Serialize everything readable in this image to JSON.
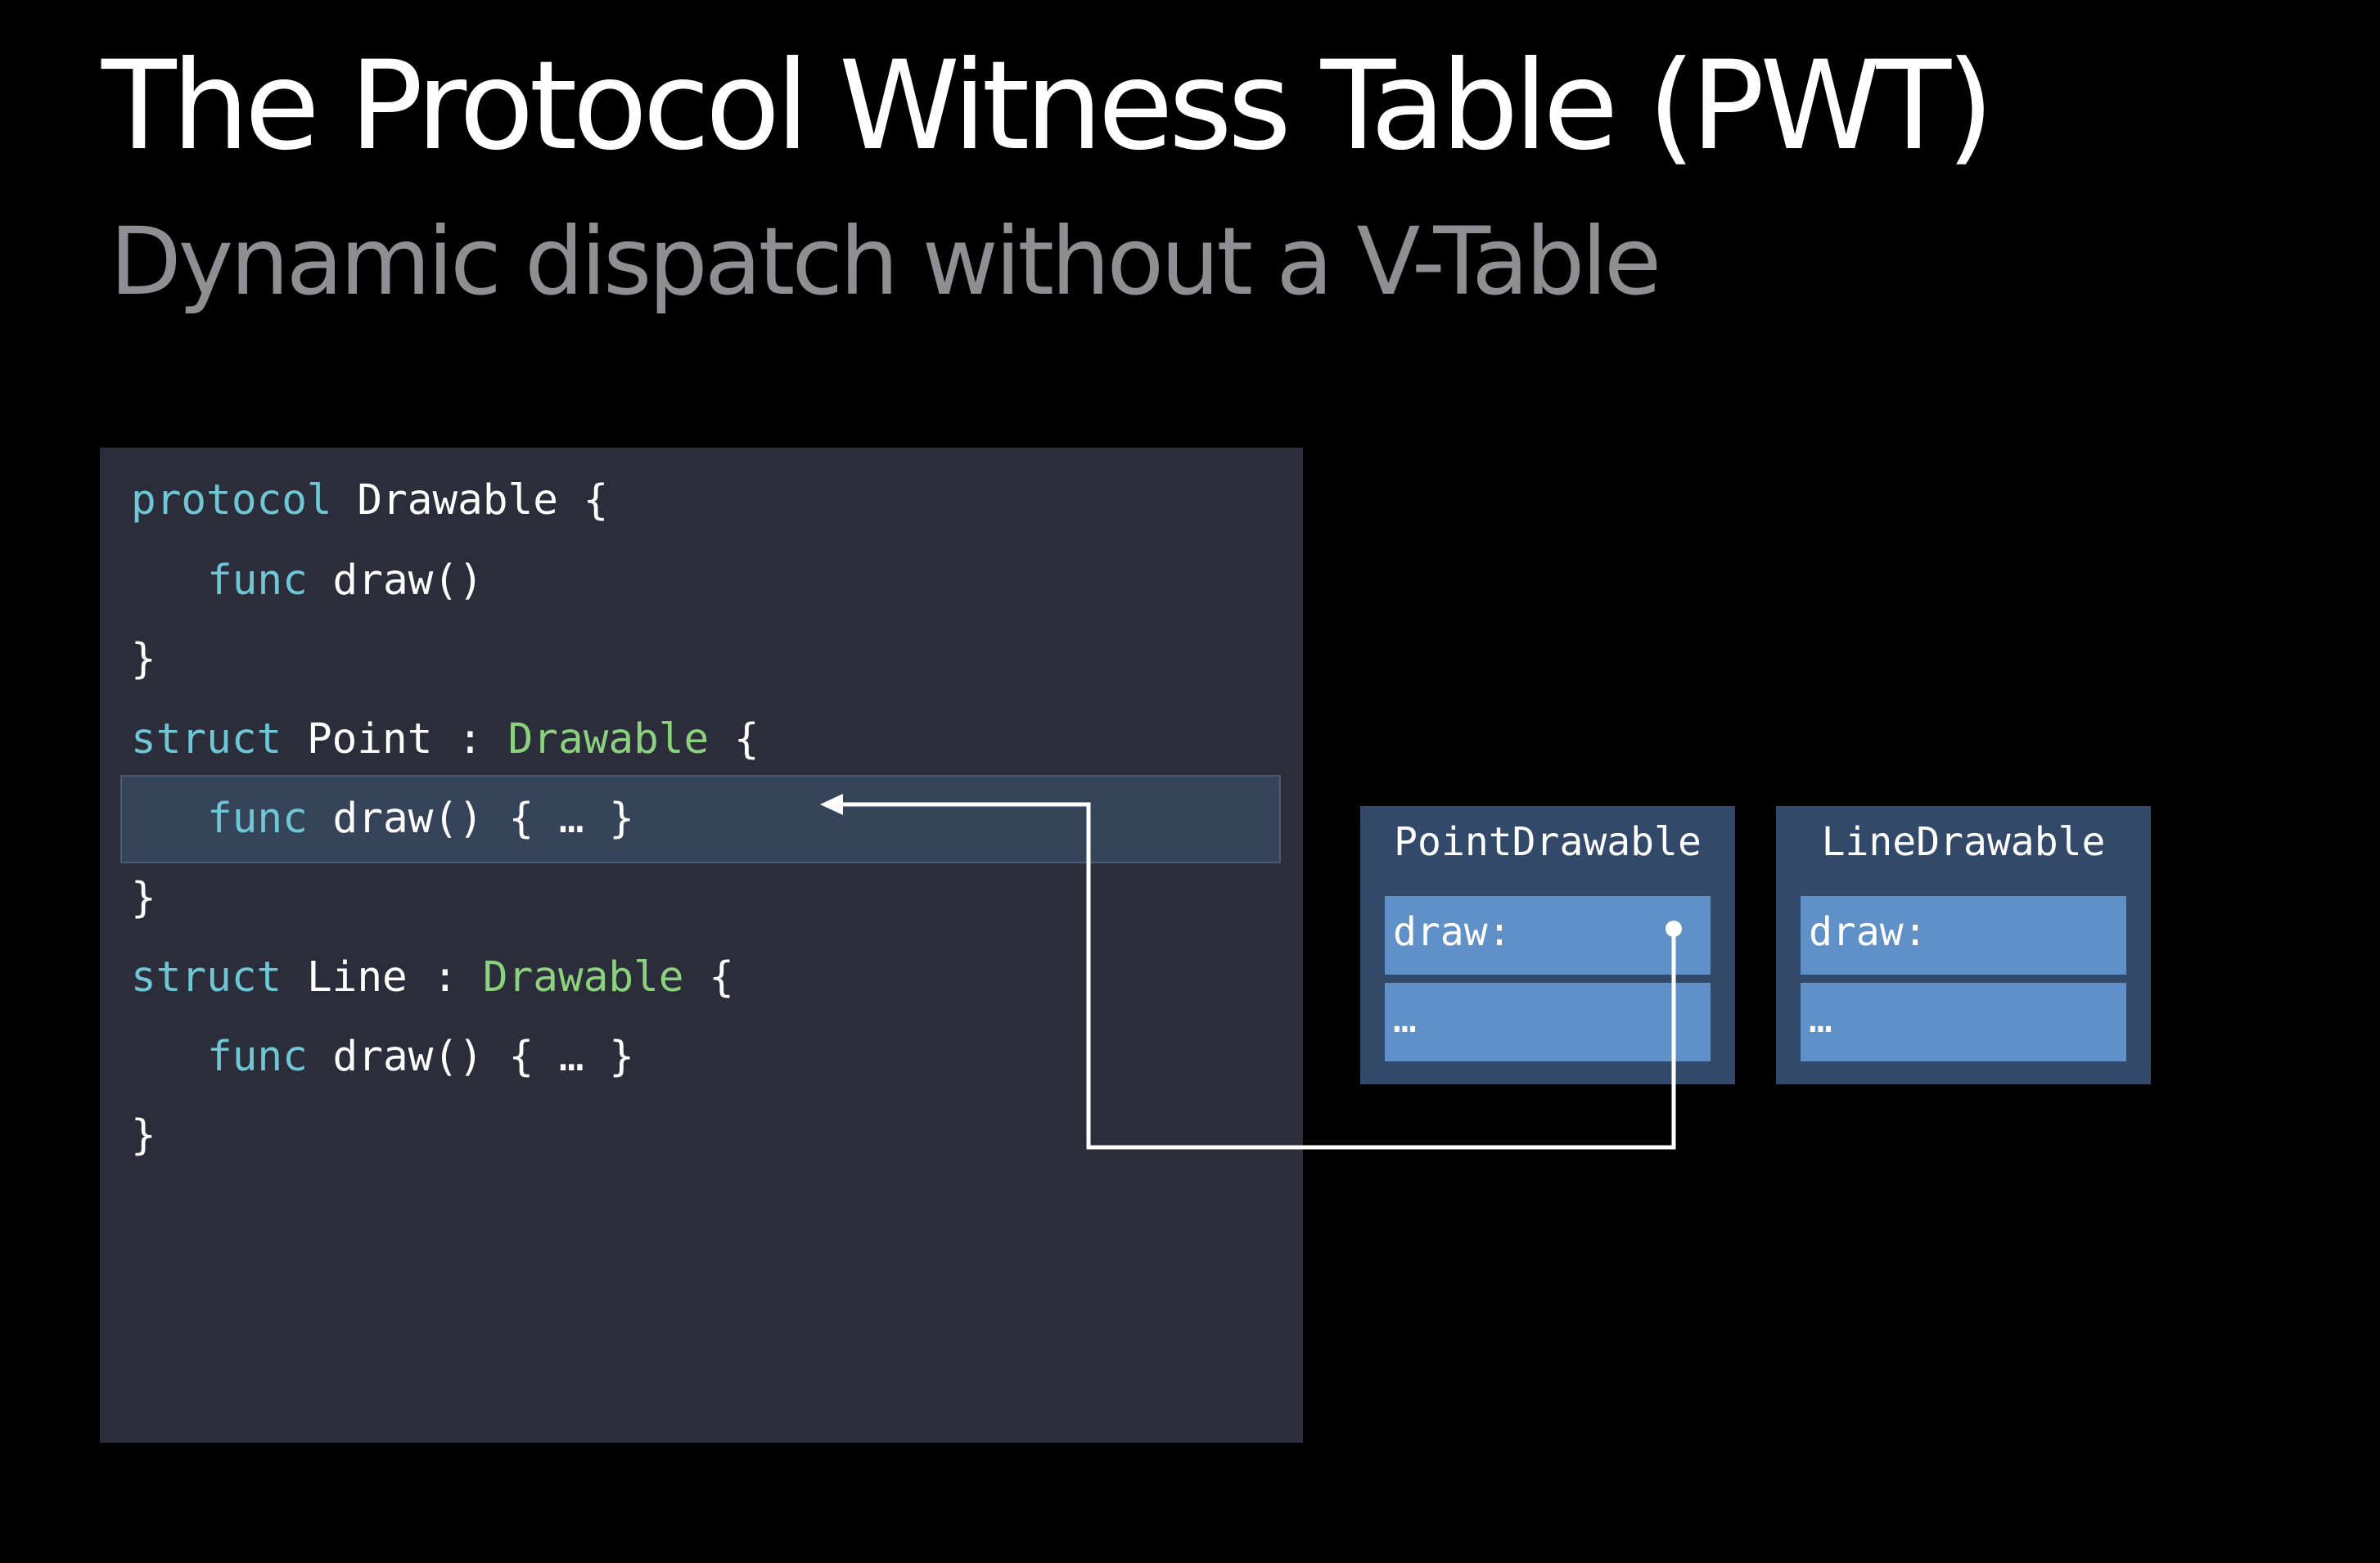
{
  "slide": {
    "title": "The Protocol Witness Table (PWT)",
    "subtitle": "Dynamic dispatch without a V-Table"
  },
  "code": {
    "lines": [
      {
        "indent": false,
        "tokens": [
          {
            "t": "protocol",
            "k": "kw"
          },
          {
            "t": " Drawable {",
            "k": "pl"
          }
        ]
      },
      {
        "indent": true,
        "tokens": [
          {
            "t": "func",
            "k": "kw"
          },
          {
            "t": " draw()",
            "k": "pl"
          }
        ]
      },
      {
        "indent": false,
        "tokens": [
          {
            "t": "}",
            "k": "pl"
          }
        ]
      },
      {
        "indent": false,
        "tokens": [
          {
            "t": "struct",
            "k": "kw"
          },
          {
            "t": " Point : ",
            "k": "pl"
          },
          {
            "t": "Drawable",
            "k": "ty"
          },
          {
            "t": " {",
            "k": "pl"
          }
        ]
      },
      {
        "indent": true,
        "tokens": [
          {
            "t": "func",
            "k": "kw"
          },
          {
            "t": " draw() { … }",
            "k": "pl"
          }
        ]
      },
      {
        "indent": false,
        "tokens": [
          {
            "t": "}",
            "k": "pl"
          }
        ]
      },
      {
        "indent": false,
        "tokens": [
          {
            "t": "struct",
            "k": "kw"
          },
          {
            "t": " Line : ",
            "k": "pl"
          },
          {
            "t": "Drawable",
            "k": "ty"
          },
          {
            "t": " {",
            "k": "pl"
          }
        ]
      },
      {
        "indent": true,
        "tokens": [
          {
            "t": "func",
            "k": "kw"
          },
          {
            "t": " draw() { … }",
            "k": "pl"
          }
        ]
      },
      {
        "indent": false,
        "tokens": [
          {
            "t": "}",
            "k": "pl"
          }
        ]
      }
    ]
  },
  "witness_tables": [
    {
      "name": "PointDrawable",
      "entries": [
        "draw:",
        "…"
      ]
    },
    {
      "name": "LineDrawable",
      "entries": [
        "draw:",
        "…"
      ]
    }
  ],
  "colors": {
    "background": "#000000",
    "code_panel": "#2c2d3a",
    "keyword": "#6fc7d6",
    "type": "#8cd17d",
    "table_box": "#33496a",
    "table_cell": "#6090c8",
    "highlight": "#36445a",
    "connector": "#ffffff"
  }
}
